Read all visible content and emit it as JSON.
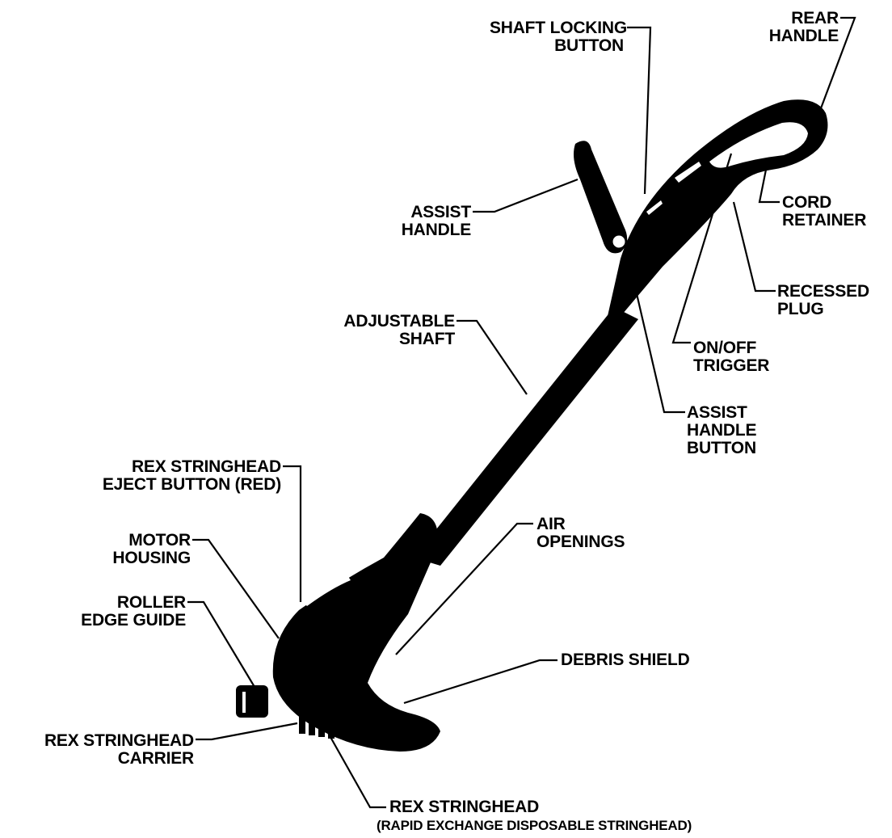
{
  "labels": {
    "shaft_locking_button": [
      "SHAFT LOCKING",
      "BUTTON"
    ],
    "rear_handle": [
      "REAR",
      "HANDLE"
    ],
    "assist_handle": [
      "ASSIST",
      "HANDLE"
    ],
    "cord_retainer": [
      "CORD",
      "RETAINER"
    ],
    "recessed_plug": [
      "RECESSED",
      "PLUG"
    ],
    "adjustable_shaft": [
      "ADJUSTABLE",
      "SHAFT"
    ],
    "on_off_trigger": [
      "ON/OFF",
      "TRIGGER"
    ],
    "assist_handle_button": [
      "ASSIST",
      "HANDLE",
      "BUTTON"
    ],
    "rex_eject_button": [
      "REX STRINGHEAD",
      "EJECT BUTTON (RED)"
    ],
    "motor_housing": [
      "MOTOR",
      "HOUSING"
    ],
    "air_openings": [
      "AIR",
      "OPENINGS"
    ],
    "roller_edge_guide": [
      "ROLLER",
      "EDGE GUIDE"
    ],
    "debris_shield": [
      "DEBRIS SHIELD"
    ],
    "rex_stringhead_carrier": [
      "REX STRINGHEAD",
      "CARRIER"
    ],
    "rex_stringhead": [
      "REX STRINGHEAD"
    ],
    "rex_stringhead_note": "(RAPID EXCHANGE DISPOSABLE STRINGHEAD)"
  }
}
